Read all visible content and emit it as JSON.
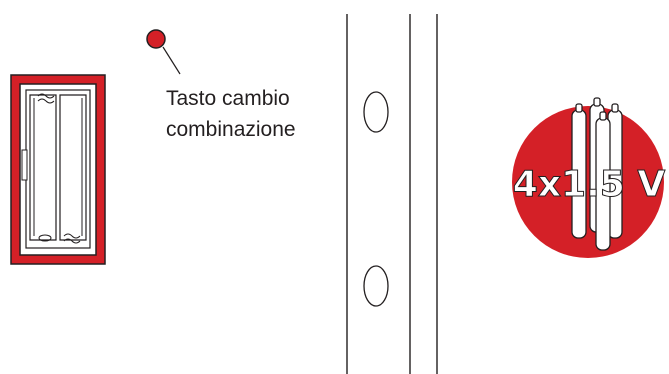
{
  "diagram": {
    "button_label": {
      "line1": "Tasto cambio",
      "line2": "combinazione"
    },
    "battery_badge": {
      "text": "4x1.5 V"
    },
    "colors": {
      "accent_red": "#d42027",
      "outline": "#231f20",
      "background": "#ffffff"
    },
    "icons": [
      "button-marker-icon",
      "battery-compartment-icon",
      "battery-badge-icon"
    ]
  }
}
